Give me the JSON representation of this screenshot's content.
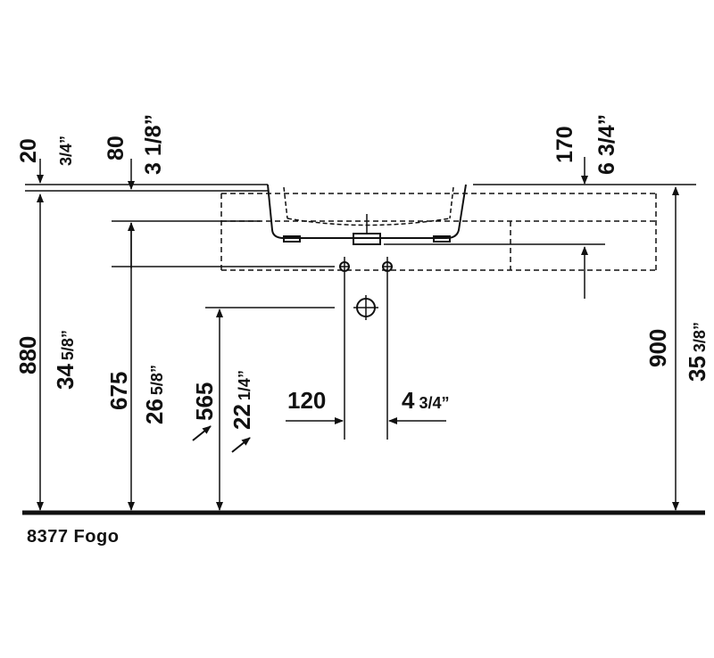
{
  "model_label": "8377 Fogo",
  "dimensions": {
    "top_left_mm": "20",
    "top_left_in": "3/4”",
    "top_mid_mm": "80",
    "top_mid_in": "3 1/8”",
    "top_right_mm": "170",
    "top_right_in": "6 3/4”",
    "left_height_mm": "880",
    "left_height_in_whole": "34",
    "left_height_in_frac": "5/8”",
    "mid_height_mm": "675",
    "mid_height_in_whole": "26",
    "mid_height_in_frac": "5/8”",
    "drain_height_mm": "565",
    "drain_height_in_whole": "22",
    "drain_height_in_frac": "1/4”",
    "right_height_mm": "900",
    "right_height_in_whole": "35",
    "right_height_in_frac": "3/8”",
    "spacing_mm": "120",
    "spacing_in_whole": "4",
    "spacing_in_frac": "3/4”"
  },
  "colors": {
    "line": "#111111"
  }
}
